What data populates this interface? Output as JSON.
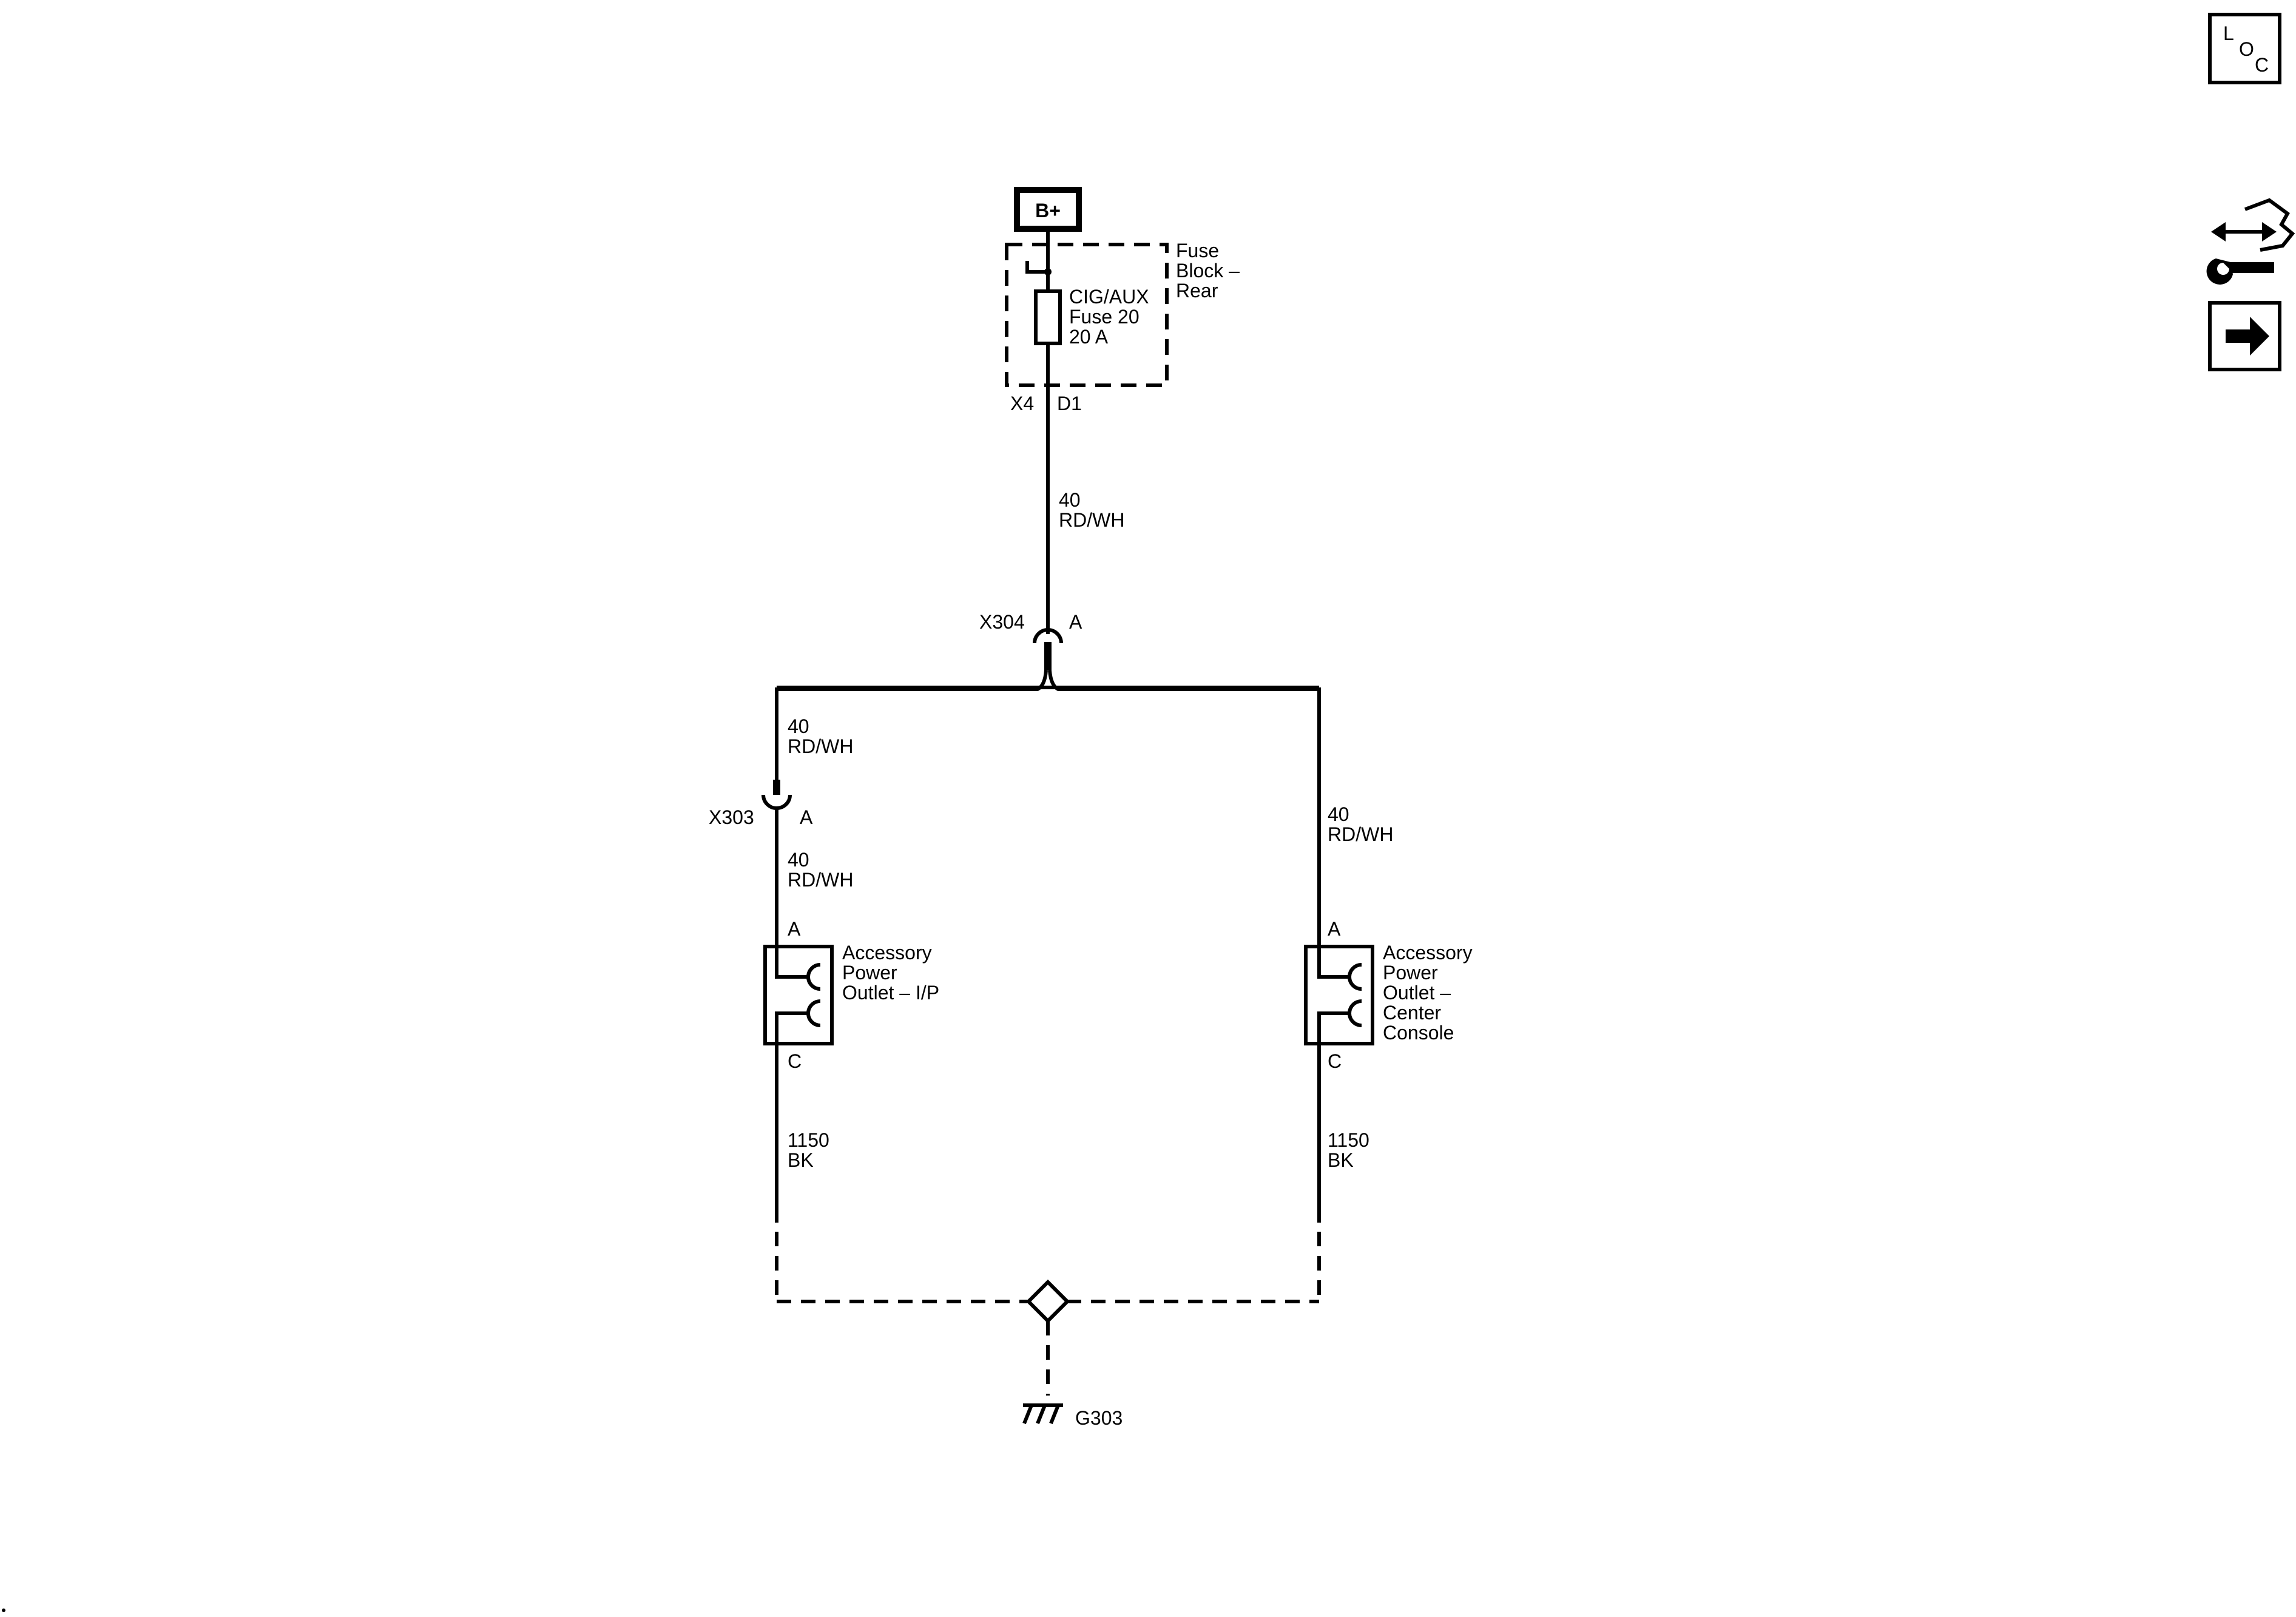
{
  "power": {
    "source_label": "B+"
  },
  "fuse_block": {
    "name_lines": [
      "Fuse",
      "Block –",
      "Rear"
    ],
    "fuse_lines": [
      "CIG/AUX",
      "Fuse 20",
      "20 A"
    ],
    "connector": "X4",
    "pin": "D1"
  },
  "wires": {
    "feed_top": {
      "circuit": "40",
      "color": "RD/WH"
    },
    "left_upper": {
      "circuit": "40",
      "color": "RD/WH"
    },
    "left_lower": {
      "circuit": "40",
      "color": "RD/WH"
    },
    "right": {
      "circuit": "40",
      "color": "RD/WH"
    },
    "ground_left": {
      "circuit": "1150",
      "color": "BK"
    },
    "ground_right": {
      "circuit": "1150",
      "color": "BK"
    }
  },
  "connectors": {
    "x304": {
      "name": "X304",
      "pin": "A"
    },
    "x303": {
      "name": "X303",
      "pin": "A"
    }
  },
  "outlet_ip": {
    "pin_top": "A",
    "pin_bottom": "C",
    "name_lines": [
      "Accessory",
      "Power",
      "Outlet – I/P"
    ]
  },
  "outlet_console": {
    "pin_top": "A",
    "pin_bottom": "C",
    "name_lines": [
      "Accessory",
      "Power",
      "Outlet –",
      "Center",
      "Console"
    ]
  },
  "ground": {
    "name": "G303"
  },
  "side_icons": {
    "loc": {
      "letters": [
        "L",
        "O",
        "C"
      ]
    },
    "connector_icon": "connector-tool-icon",
    "next_icon": "arrow-right-icon"
  }
}
